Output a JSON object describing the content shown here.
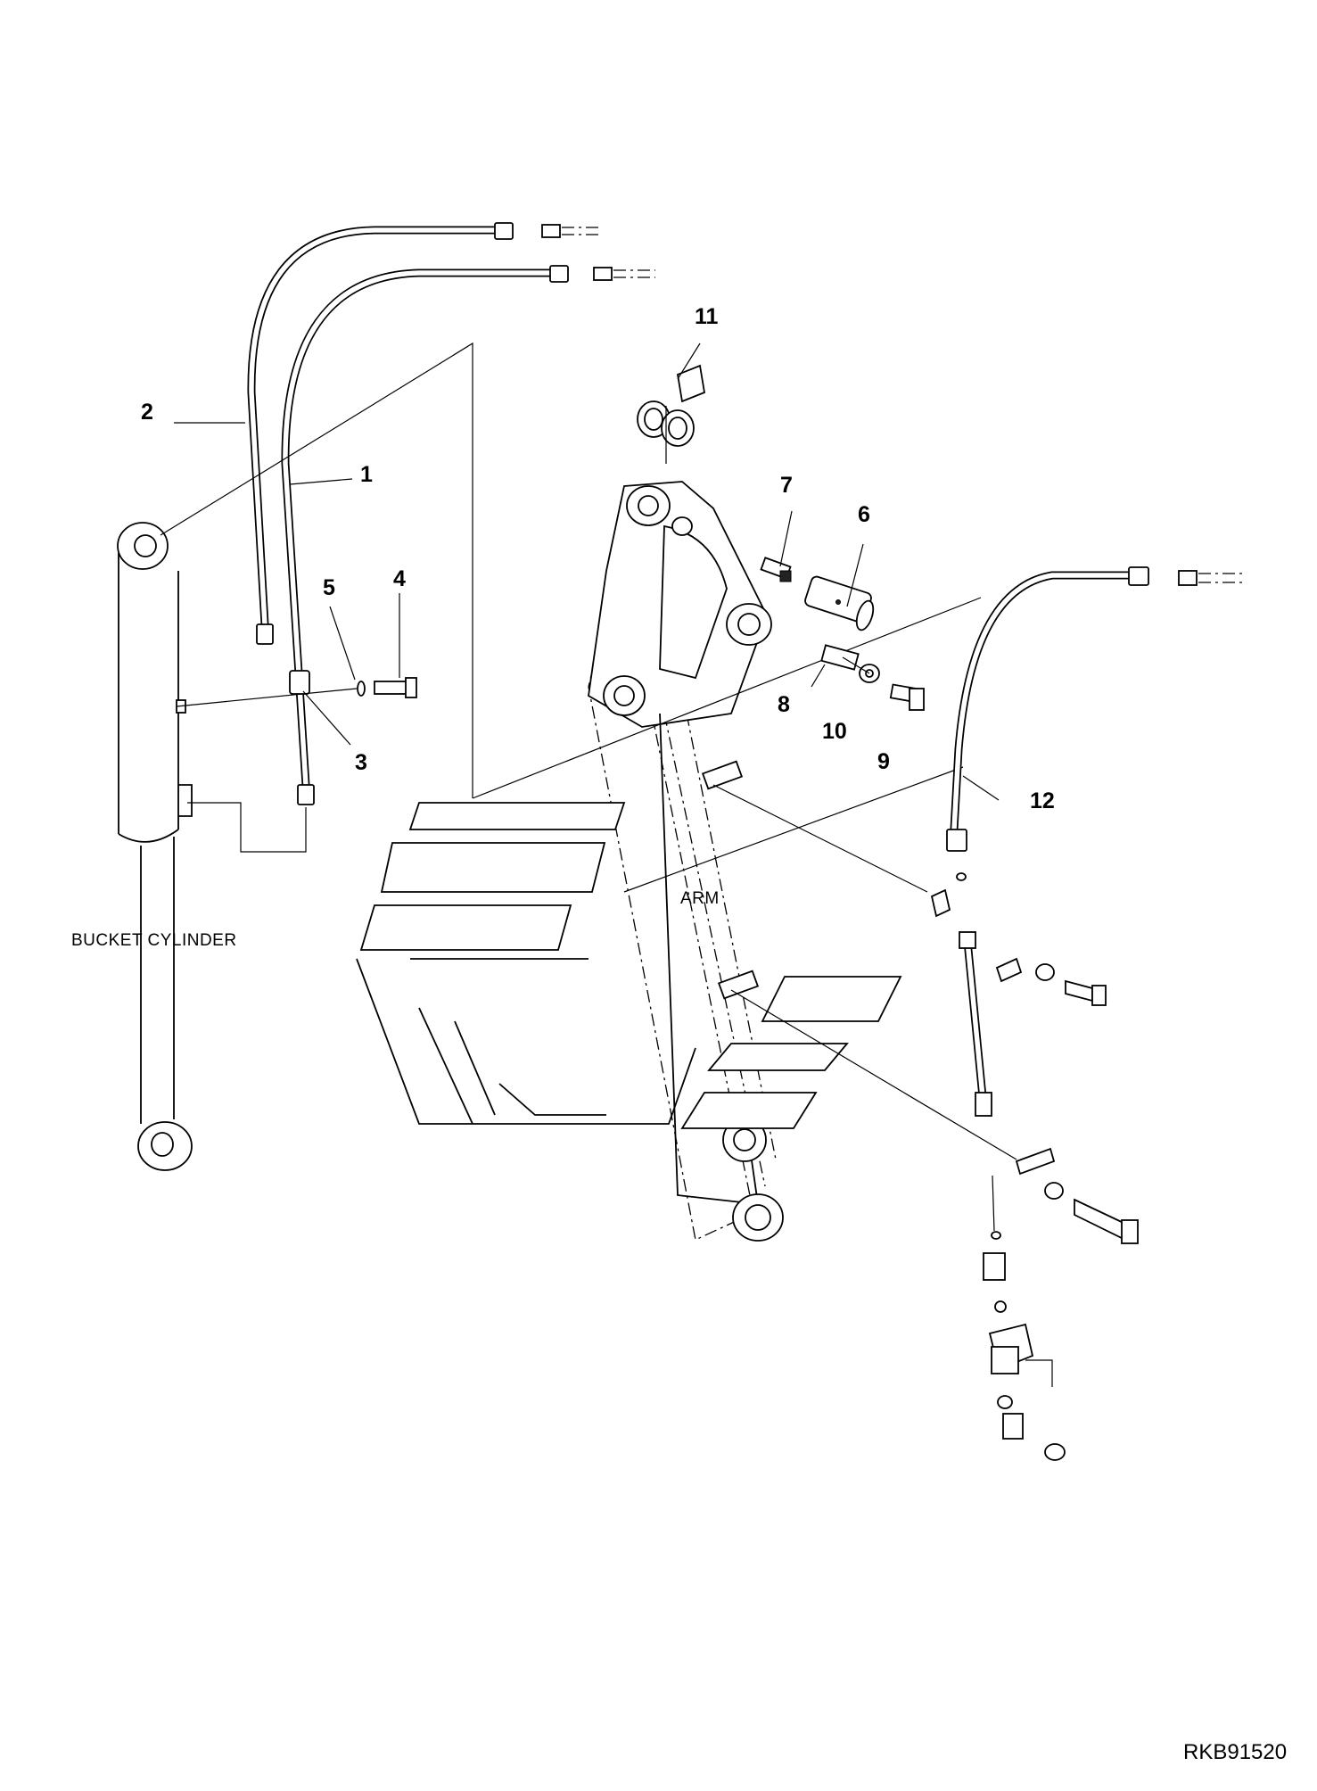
{
  "callouts": {
    "c1": "1",
    "c2": "2",
    "c3": "3",
    "c4": "4",
    "c5": "5",
    "c6": "6",
    "c7": "7",
    "c8": "8",
    "c9": "9",
    "c10": "10",
    "c11": "11",
    "c12": "12"
  },
  "labels": {
    "bucket_cylinder": "BUCKET CYLINDER",
    "arm": "ARM"
  },
  "reference_code": "RKB91520"
}
